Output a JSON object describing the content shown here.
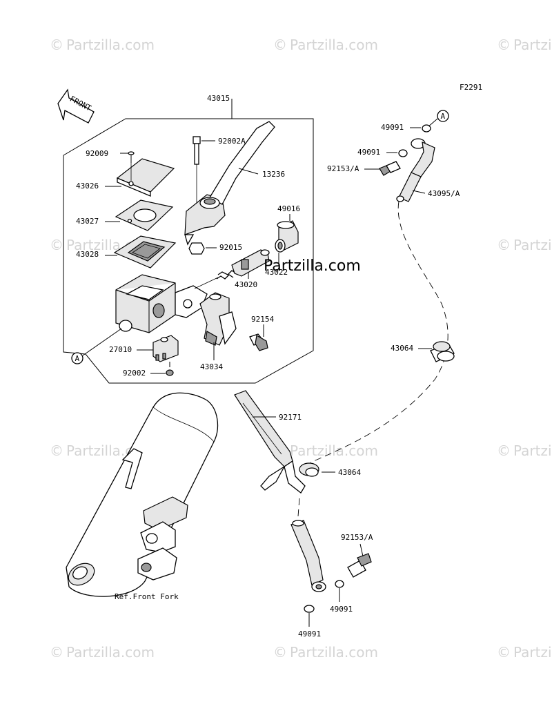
{
  "diagram_id": "F2291",
  "watermark_text": "Partzilla.com",
  "watermark_symbol": "©",
  "brand_text": "Partzilla.com",
  "front_label": "FRONT",
  "circle_ref": "A",
  "reference_text": "Ref.Front Fork",
  "labels": {
    "p43015": "43015",
    "p92009": "92009",
    "p92002A": "92002A",
    "p13236": "13236",
    "p43026": "43026",
    "p43027": "43027",
    "p43028": "43028",
    "p49016": "49016",
    "p92015": "92015",
    "p43022": "43022",
    "p43020": "43020",
    "p92154": "92154",
    "p27010": "27010",
    "p43034": "43034",
    "p92002": "92002",
    "p49091_a": "49091",
    "p49091_b": "49091",
    "p92153A_top": "92153/A",
    "p43095A": "43095/A",
    "p43064_a": "43064",
    "p92171": "92171",
    "p43064_b": "43064",
    "p92153A_bottom": "92153/A",
    "p49091_c": "49091",
    "p49091_d": "49091"
  },
  "colors": {
    "line": "#000000",
    "watermark": "#d4d4d4",
    "part_shade": "#e6e6e6"
  }
}
